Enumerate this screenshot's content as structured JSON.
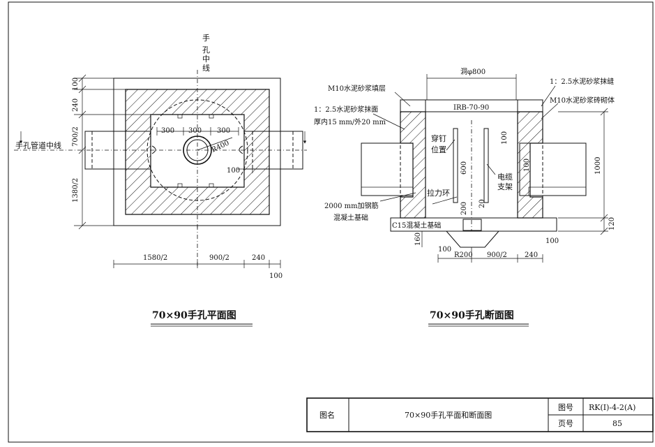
{
  "plan": {
    "title": "70×90手孔平面图",
    "centerline_vertical": "手孔中线",
    "centerline_horizontal": "手孔管道中线",
    "dims_left": [
      "100",
      "240",
      "700/2",
      "1380/2"
    ],
    "dims_top": [
      "300",
      "300",
      "300"
    ],
    "radius": "R400",
    "dim_100_inner": "100",
    "dims_bottom": [
      "1580/2",
      "900/2",
      "240",
      "100"
    ]
  },
  "section": {
    "title": "70×90手孔断面图",
    "hole_dim": "洞φ800",
    "label_m10_fill": "M10水泥砂浆填层",
    "label_mortar_joint": "1：2.5水泥砂浆抹缝",
    "label_m10_brick": "M10水泥砂浆砖砌体",
    "label_plaster": "1：2.5水泥砂浆抹面",
    "label_plaster_thickness": "厚内15 mm/外20 mm",
    "cover_label": "IRB-70-90",
    "label_nail": "穿钉位置",
    "label_cable": "电缆支架",
    "label_ring": "拉力环",
    "label_rebar": "2000 mm加钢筋",
    "label_concrete": "混凝土基础",
    "label_c15": "C15混凝土基础",
    "dims_vertical": [
      "600",
      "100",
      "100",
      "200",
      "20",
      "1000",
      "120",
      "160"
    ],
    "dims_bottom": [
      "100",
      "R200",
      "900/2",
      "240",
      "100"
    ]
  },
  "title_block": {
    "drawing_name_label": "图名",
    "drawing_name": "70×90手孔平面和断面图",
    "drawing_no_label": "图号",
    "drawing_no": "RK(Ⅰ)-4-2(A)",
    "page_label": "页号",
    "page_no": "85"
  }
}
